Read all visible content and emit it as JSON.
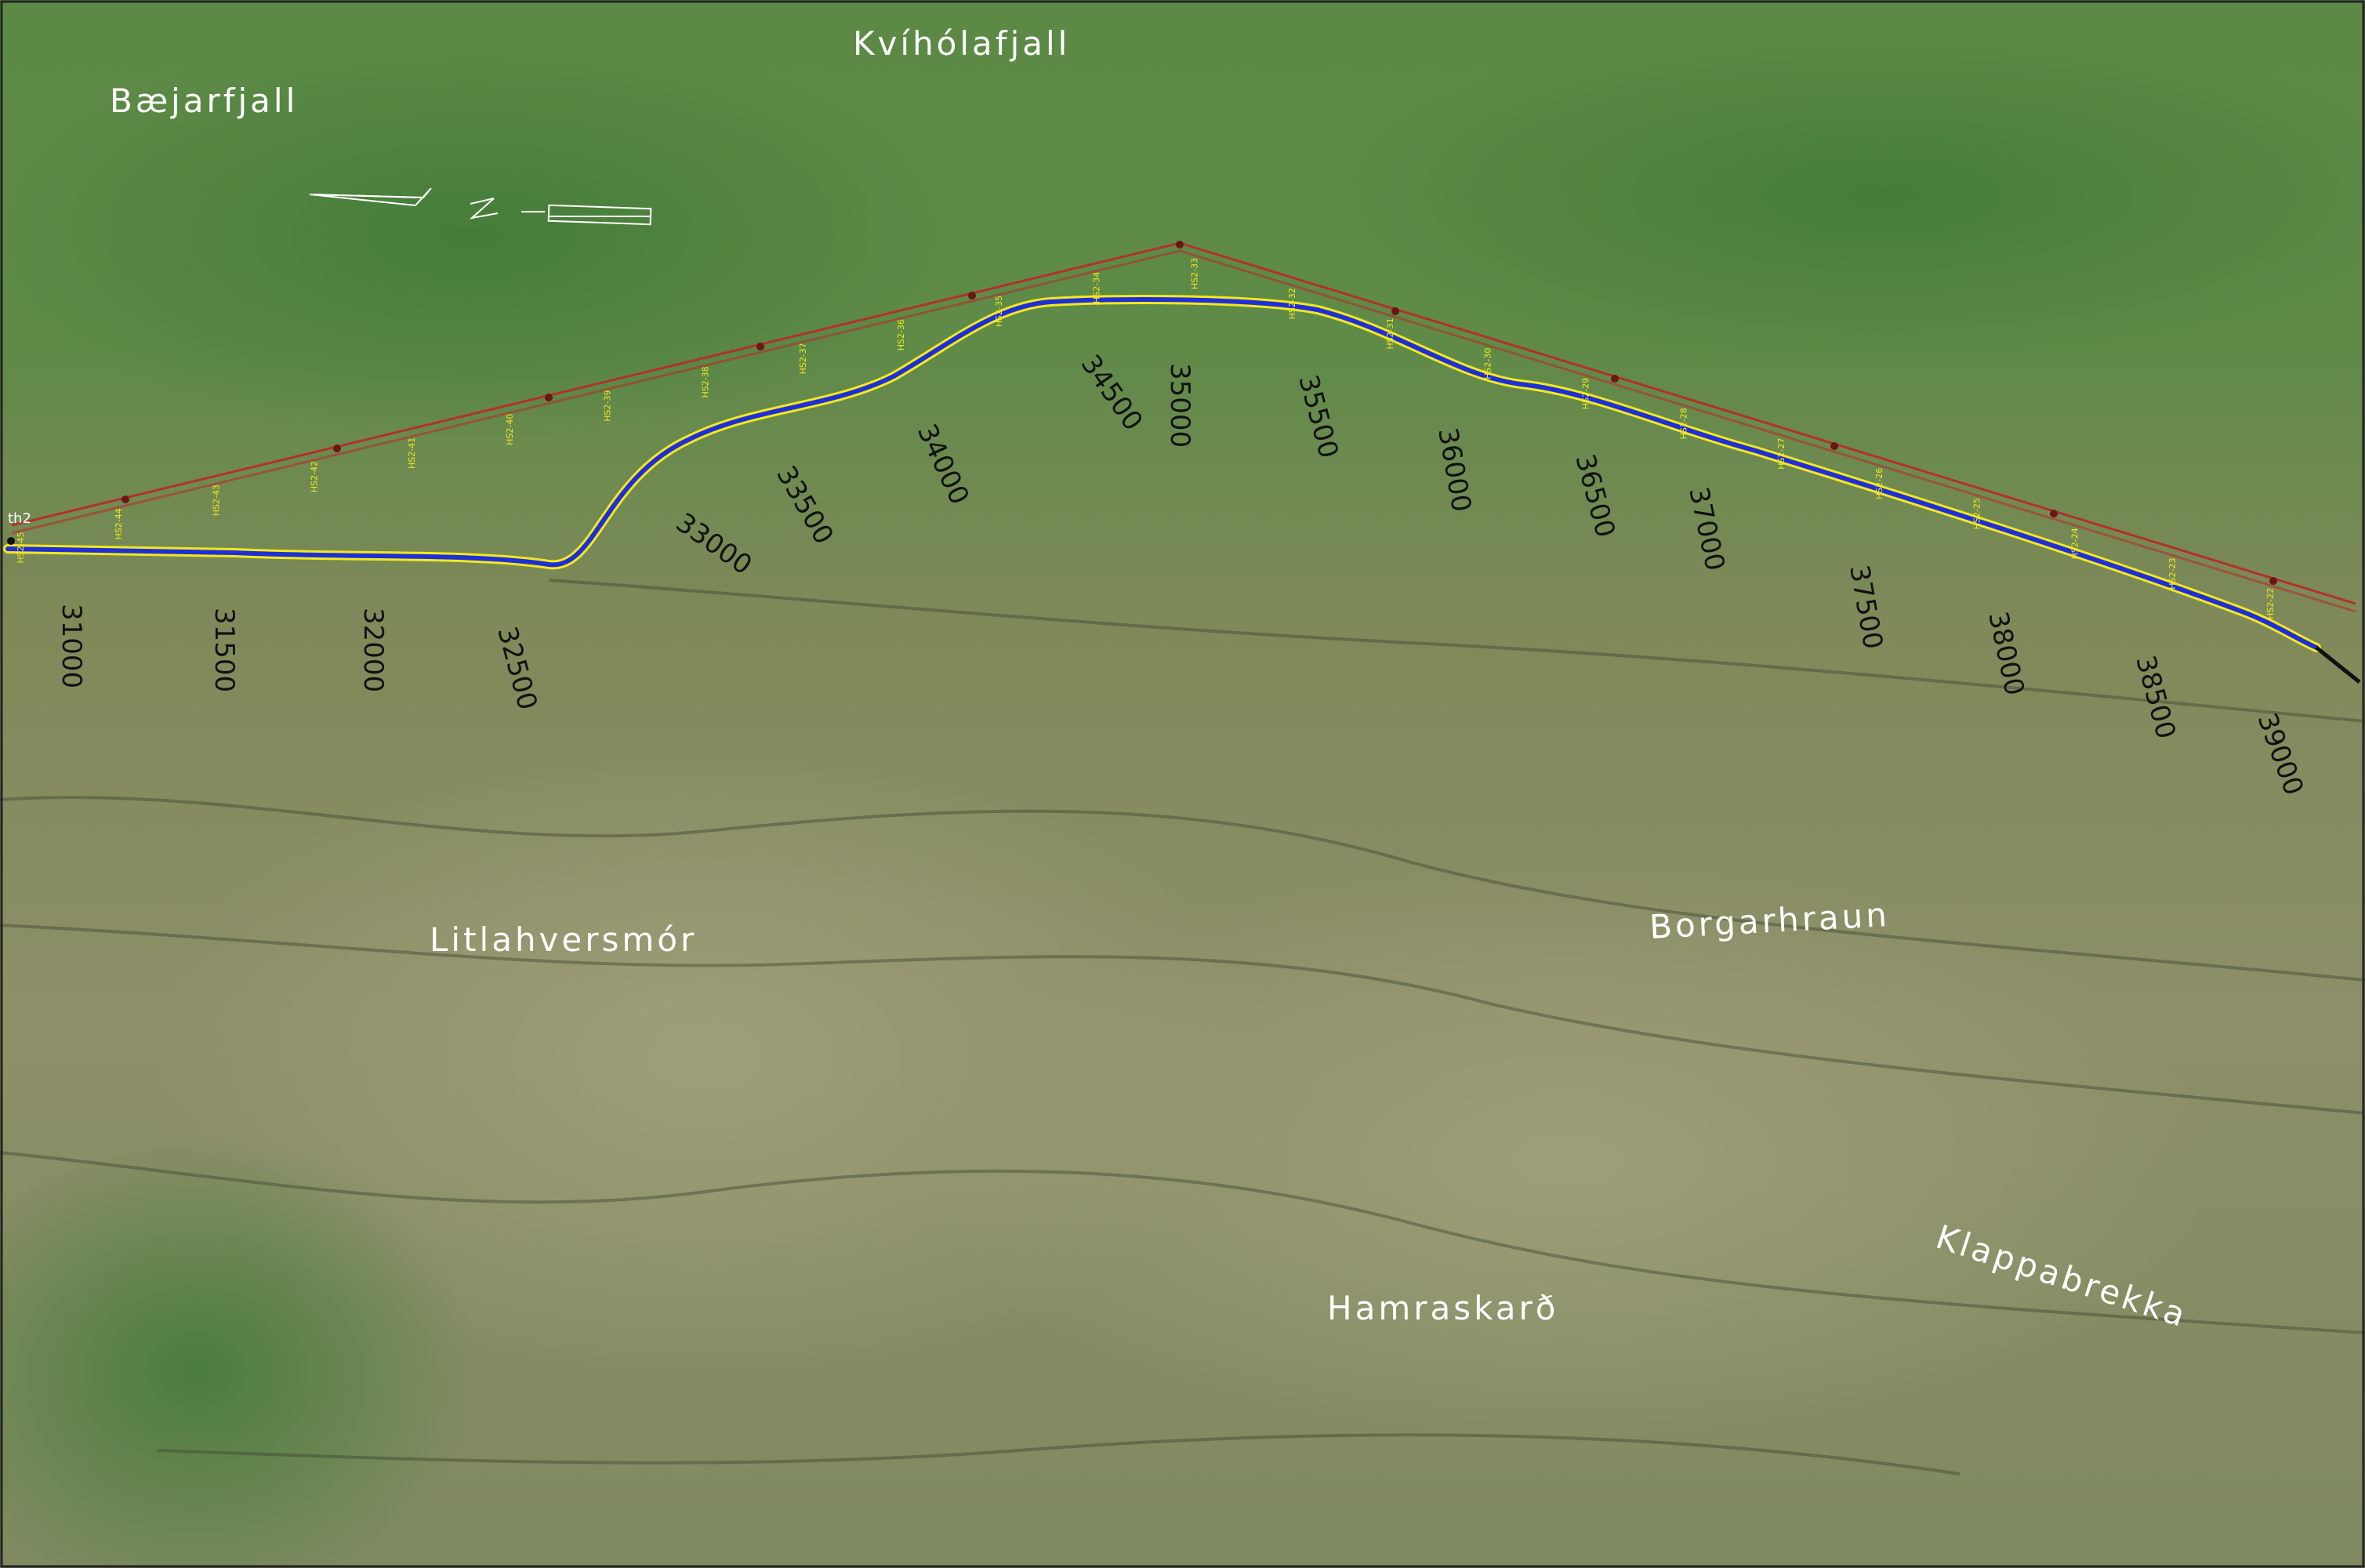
{
  "place_names": {
    "baejarfjall": "Bæjarfjall",
    "kviholafjall": "Kvíhólafjall",
    "litlahversmor": "Litlahversmór",
    "borgarhraun": "Borgarhraun",
    "hamraskard": "Hamraskarð",
    "klappabrekka": "Klappabrekka"
  },
  "start_marker_label": "th2",
  "chainage_labels": [
    "31000",
    "31500",
    "32000",
    "32500",
    "33000",
    "33500",
    "34000",
    "34500",
    "35000",
    "35500",
    "36000",
    "36500",
    "37000",
    "37500",
    "38000",
    "38500",
    "39000"
  ],
  "pole_labels": [
    "HS2-45",
    "HS2-44",
    "HS2-43",
    "HS2-42",
    "HS2-41",
    "HS2-40",
    "HS2-39",
    "HS2-38",
    "HS2-37",
    "HS2-36",
    "HS2-35",
    "HS2-34",
    "HS2-33",
    "HS2-32",
    "HS2-31",
    "HS2-30",
    "HS2-29",
    "HS2-28",
    "HS2-27",
    "HS2-26",
    "HS2-25",
    "HS2-24",
    "HS2-23",
    "HS2-22"
  ],
  "colors": {
    "road_alignment": "#1f2fd6",
    "road_edge": "#f2e81e",
    "powerline": "#b3312a",
    "terrain_green": "#5f8a46",
    "terrain_olive": "#8a8e64",
    "label_white": "#ffffff",
    "label_black": "#111111"
  },
  "icons": {
    "north_arrow": "north-arrow-icon"
  }
}
